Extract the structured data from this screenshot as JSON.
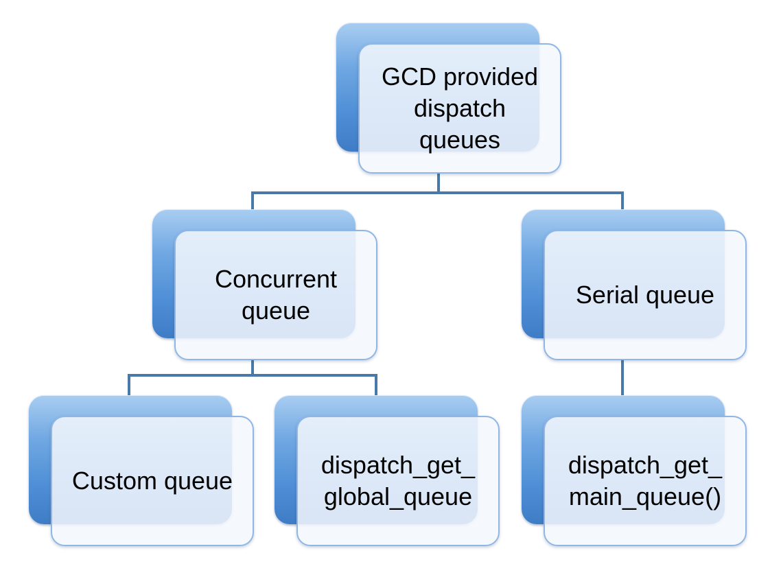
{
  "diagram": {
    "root": {
      "label": "GCD provided\ndispatch\nqueues"
    },
    "concurrent": {
      "label": "Concurrent\nqueue"
    },
    "serial": {
      "label": "Serial queue"
    },
    "custom": {
      "label": "Custom queue"
    },
    "global": {
      "label": "dispatch_get_\nglobal_queue"
    },
    "main": {
      "label": "dispatch_get_\nmain_queue()"
    }
  },
  "colors": {
    "connector": "#4a78a8",
    "node_back": "#4f8fd6",
    "node_front": "#f3f7fd",
    "node_border": "#8fb6e4"
  }
}
